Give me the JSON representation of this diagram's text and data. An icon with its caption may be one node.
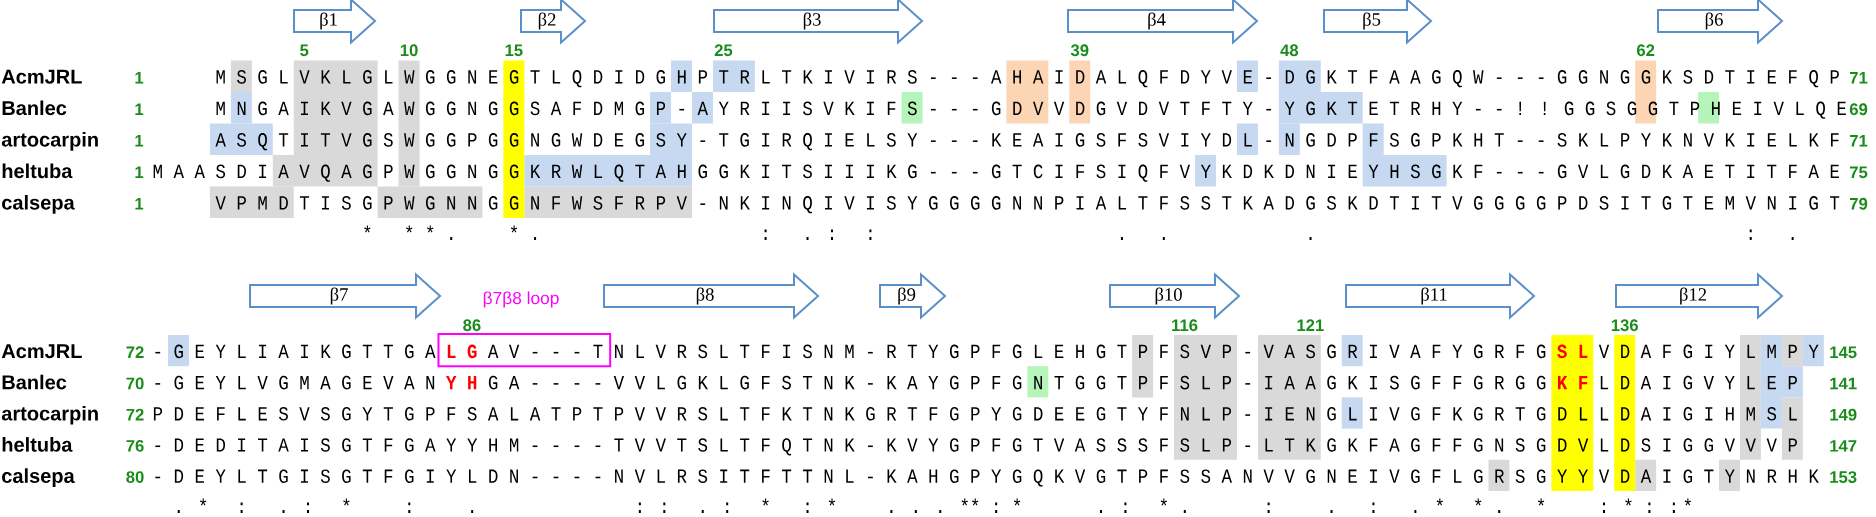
{
  "diagram": {
    "nodes": [
      {
        "text": [
          "β1"
        ]
      },
      {
        "text": [
          "β2"
        ]
      },
      {
        "text": [
          "β3"
        ]
      },
      {
        "text": [
          "β4"
        ]
      },
      {
        "text": [
          "β5"
        ]
      },
      {
        "text": [
          "β6"
        ]
      },
      {
        "text": [
          "β7"
        ]
      },
      {
        "text": [
          "β7β8 loop"
        ]
      },
      {
        "text": [
          "β8"
        ]
      },
      {
        "text": [
          "β9"
        ]
      },
      {
        "text": [
          "β10"
        ]
      },
      {
        "text": [
          "β11"
        ]
      },
      {
        "text": [
          "β12"
        ]
      }
    ],
    "labels": [
      "5",
      "10",
      "15",
      "25",
      "39",
      "48",
      "62",
      "AcmJRL",
      "1",
      "M S G L V K L G L W G G N E G T L Q D I D G H P T R L T K I V I R S - - - A H A I D A L Q F D Y V E - D G K T F A A G Q W - - - G G N G G K S D T I E F Q P",
      "71",
      "Banlec",
      "1",
      "M N G A I K V G A W G G N G G S A F D M G P - A Y R I I S V K I F S - - - G D V V D G V D V T F T Y - Y G K T E T R H Y - - ! ! G G S G G T P H E I V L Q E",
      "69",
      "artocarpin",
      "1",
      "A S Q T I T V G S W G G P G G N G W D E G S Y - T G I R Q I E L S Y - - - K E A I G S F S V I Y D L - N G D P F S G P K H T - - S K L P Y K N V K I E L K F",
      "71",
      "heltuba",
      "1",
      "M A A S D I A V Q A G P W G G N G G K R W L Q T A H G G K I T S I I I K G - - - G T C I F S I Q F V Y K D K D N I E Y H S G K F - - - G V L G D K A E T I T F A E",
      "75",
      "calsepa",
      "1",
      "V P M D T I S G P W G N N G G N F W S F R P V - N K I N Q I V I S Y G G G G N N P I A L T F S S T K A D G S K D T I T V G G G G P D S I T G T E M V N I G T",
      "79",
      "*",
      "*",
      "* .",
      "* .",
      ":",
      ". :",
      ":",
      ".",
      ".",
      ".",
      ":",
      ".",
      "86",
      "116",
      "121",
      "136",
      "AcmJRL",
      "72",
      "- G E Y L I A I K G T T G A",
      "L G",
      "A V - - - T N L V R S L T F I S N M - R T Y G P F G L E H G T P F S V P - V A S G R I V A F Y G R F G",
      "S L",
      "V D A F G I Y L M P Y",
      "145",
      "Banlec",
      "70",
      "- G E Y L V G M A G E V A N",
      "Y H",
      "G A - - - - V V L G K L G F S T N K - K A Y G P F G N T G G T P F S L P - I A A G K I S G F F G R G G",
      "K F",
      "L D A I G V Y L E P",
      "141",
      "artocarpin",
      "72",
      "P D E F L E S V S G Y T G P F S A L A T P T P V V R S L T F K T N K G R T F G P Y G D E E G T Y F N L P - I E N G L I V G F K G R T G D L L D A I G I H M S L",
      "149",
      "heltuba",
      "76",
      "- D E D I T A I S G T F G A Y Y H M - - - - T V V T S L T F Q T N K - K V Y G P F G T V A S S S F S L P - L T K G K F A G F F G N S G D V L D S I G G V V V P",
      "147",
      "calsepa",
      "80",
      "- D E Y L T G I S G T F G I Y L D N - - - - N V L R S I T F T T N L - K A H G P Y G Q K V G T P F S S A N V V G N E I V G F L G R S G Y Y V D A I G T Y N R H K",
      "153",
      ". *",
      ":",
      ". :",
      "*",
      ":",
      ".",
      ": :",
      ". :",
      "*",
      ": *",
      ". . . *",
      "* :",
      "*",
      ". :",
      "* .",
      ":",
      ".",
      ":",
      ". *",
      "* .",
      "*",
      ": * : :",
      "*"
    ]
  }
}
